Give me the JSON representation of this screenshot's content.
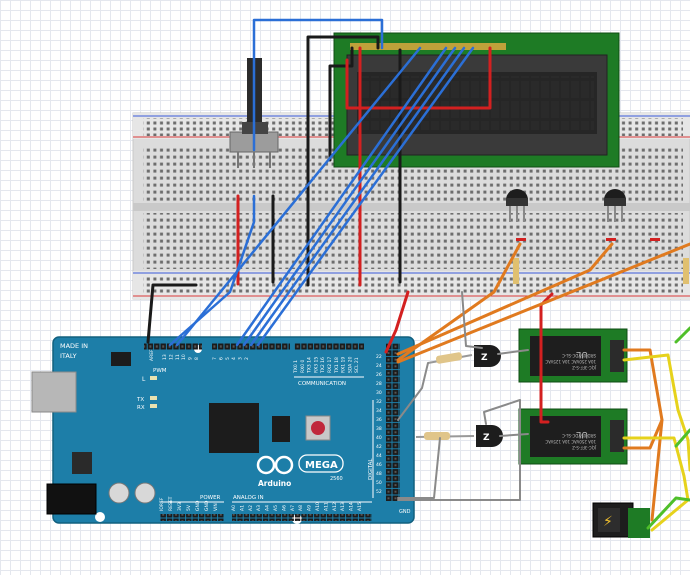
{
  "arduino": {
    "made_in": "MADE IN",
    "country": "ITALY",
    "brand": "Arduino",
    "model": "MEGA",
    "model_sub": "2560",
    "pwm": "PWM",
    "communication": "COMMUNICATION",
    "digital": "DIGITAL",
    "power": "POWER",
    "analog_in": "ANALOG IN",
    "led_l": "L",
    "led_tx": "TX",
    "led_rx": "RX",
    "aref": "AREF",
    "gnd": "GND",
    "pwm_pins": [
      "13",
      "12",
      "11",
      "10",
      "9",
      "8"
    ],
    "pwm_pins_2": [
      "7",
      "6",
      "5",
      "4",
      "3",
      "2"
    ],
    "comm_pins": [
      "TX0 1",
      "RX0 0",
      "TX3 14",
      "RX3 15",
      "TX2 16",
      "RX2 17",
      "TX1 18",
      "RX1 19",
      "SDA 20",
      "SCL 21"
    ],
    "power_pins": [
      "IOREF",
      "RESET",
      "3V3",
      "5V",
      "GND",
      "GND",
      "VIN"
    ],
    "analog_pins": [
      "A0",
      "A1",
      "A2",
      "A3",
      "A4",
      "A5",
      "A6",
      "A7",
      "A8",
      "A9",
      "A10",
      "A11",
      "A12",
      "A13",
      "A14",
      "A15"
    ],
    "digital_pins_right": [
      "22",
      "24",
      "26",
      "28",
      "30",
      "32",
      "34",
      "36",
      "38",
      "40",
      "42",
      "44",
      "46",
      "48",
      "50",
      "52"
    ],
    "digital_pins_left": [
      "23",
      "25",
      "27",
      "29",
      "31",
      "33",
      "35",
      "37",
      "39",
      "41",
      "43",
      "45",
      "47",
      "49",
      "51",
      "53"
    ]
  },
  "relays": [
    {
      "lines": [
        "JQC-3FF-S-Z",
        "10A 250VAC 10A 125VAC",
        "SRD-05VDC-SL-C"
      ],
      "mark": "UL"
    },
    {
      "lines": [
        "JQC-3FF-S-Z",
        "10A 250VAC 10A 125VAC",
        "SRD-05VDC-SL-C"
      ],
      "mark": "UL"
    }
  ],
  "transistor_mark": "Z",
  "power_jack_symbol": "⚡"
}
